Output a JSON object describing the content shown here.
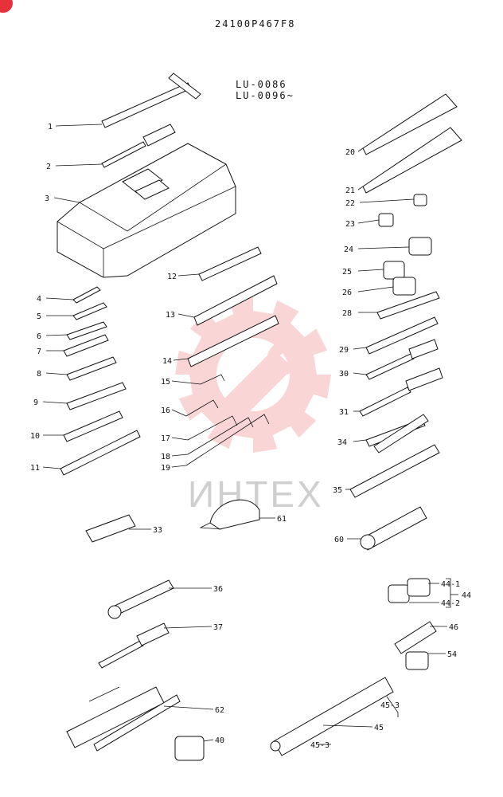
{
  "header": {
    "part_code": "24100P467F8",
    "models": [
      "LU-0086",
      "LU-0096~"
    ]
  },
  "watermark": {
    "text": "ИНТЕХ",
    "logo_color": "#f6b3b3",
    "text_color": "#cfcfcf"
  },
  "corner_badge_color": "#e8323a",
  "callouts": [
    {
      "id": "1",
      "label": "1"
    },
    {
      "id": "2",
      "label": "2"
    },
    {
      "id": "3",
      "label": "3"
    },
    {
      "id": "4",
      "label": "4"
    },
    {
      "id": "5",
      "label": "5"
    },
    {
      "id": "6",
      "label": "6"
    },
    {
      "id": "7",
      "label": "7"
    },
    {
      "id": "8",
      "label": "8"
    },
    {
      "id": "9",
      "label": "9"
    },
    {
      "id": "10",
      "label": "10"
    },
    {
      "id": "11",
      "label": "11"
    },
    {
      "id": "12",
      "label": "12"
    },
    {
      "id": "13",
      "label": "13"
    },
    {
      "id": "14",
      "label": "14"
    },
    {
      "id": "15",
      "label": "15"
    },
    {
      "id": "16",
      "label": "16"
    },
    {
      "id": "17",
      "label": "17"
    },
    {
      "id": "18",
      "label": "18"
    },
    {
      "id": "19",
      "label": "19"
    },
    {
      "id": "20",
      "label": "20"
    },
    {
      "id": "21",
      "label": "21"
    },
    {
      "id": "22",
      "label": "22"
    },
    {
      "id": "23",
      "label": "23"
    },
    {
      "id": "24",
      "label": "24"
    },
    {
      "id": "25",
      "label": "25"
    },
    {
      "id": "26",
      "label": "26"
    },
    {
      "id": "28",
      "label": "28"
    },
    {
      "id": "29",
      "label": "29"
    },
    {
      "id": "30",
      "label": "30"
    },
    {
      "id": "31",
      "label": "31"
    },
    {
      "id": "33",
      "label": "33"
    },
    {
      "id": "34",
      "label": "34"
    },
    {
      "id": "35",
      "label": "35"
    },
    {
      "id": "36",
      "label": "36"
    },
    {
      "id": "37",
      "label": "37"
    },
    {
      "id": "40",
      "label": "40"
    },
    {
      "id": "44",
      "label": "44"
    },
    {
      "id": "44-1",
      "label": "44-1"
    },
    {
      "id": "44-2",
      "label": "44-2"
    },
    {
      "id": "45",
      "label": "45"
    },
    {
      "id": "45-3a",
      "label": "45-3"
    },
    {
      "id": "45-3b",
      "label": "45-3"
    },
    {
      "id": "46",
      "label": "46"
    },
    {
      "id": "54",
      "label": "54"
    },
    {
      "id": "60",
      "label": "60"
    },
    {
      "id": "61",
      "label": "61"
    },
    {
      "id": "62",
      "label": "62"
    }
  ]
}
